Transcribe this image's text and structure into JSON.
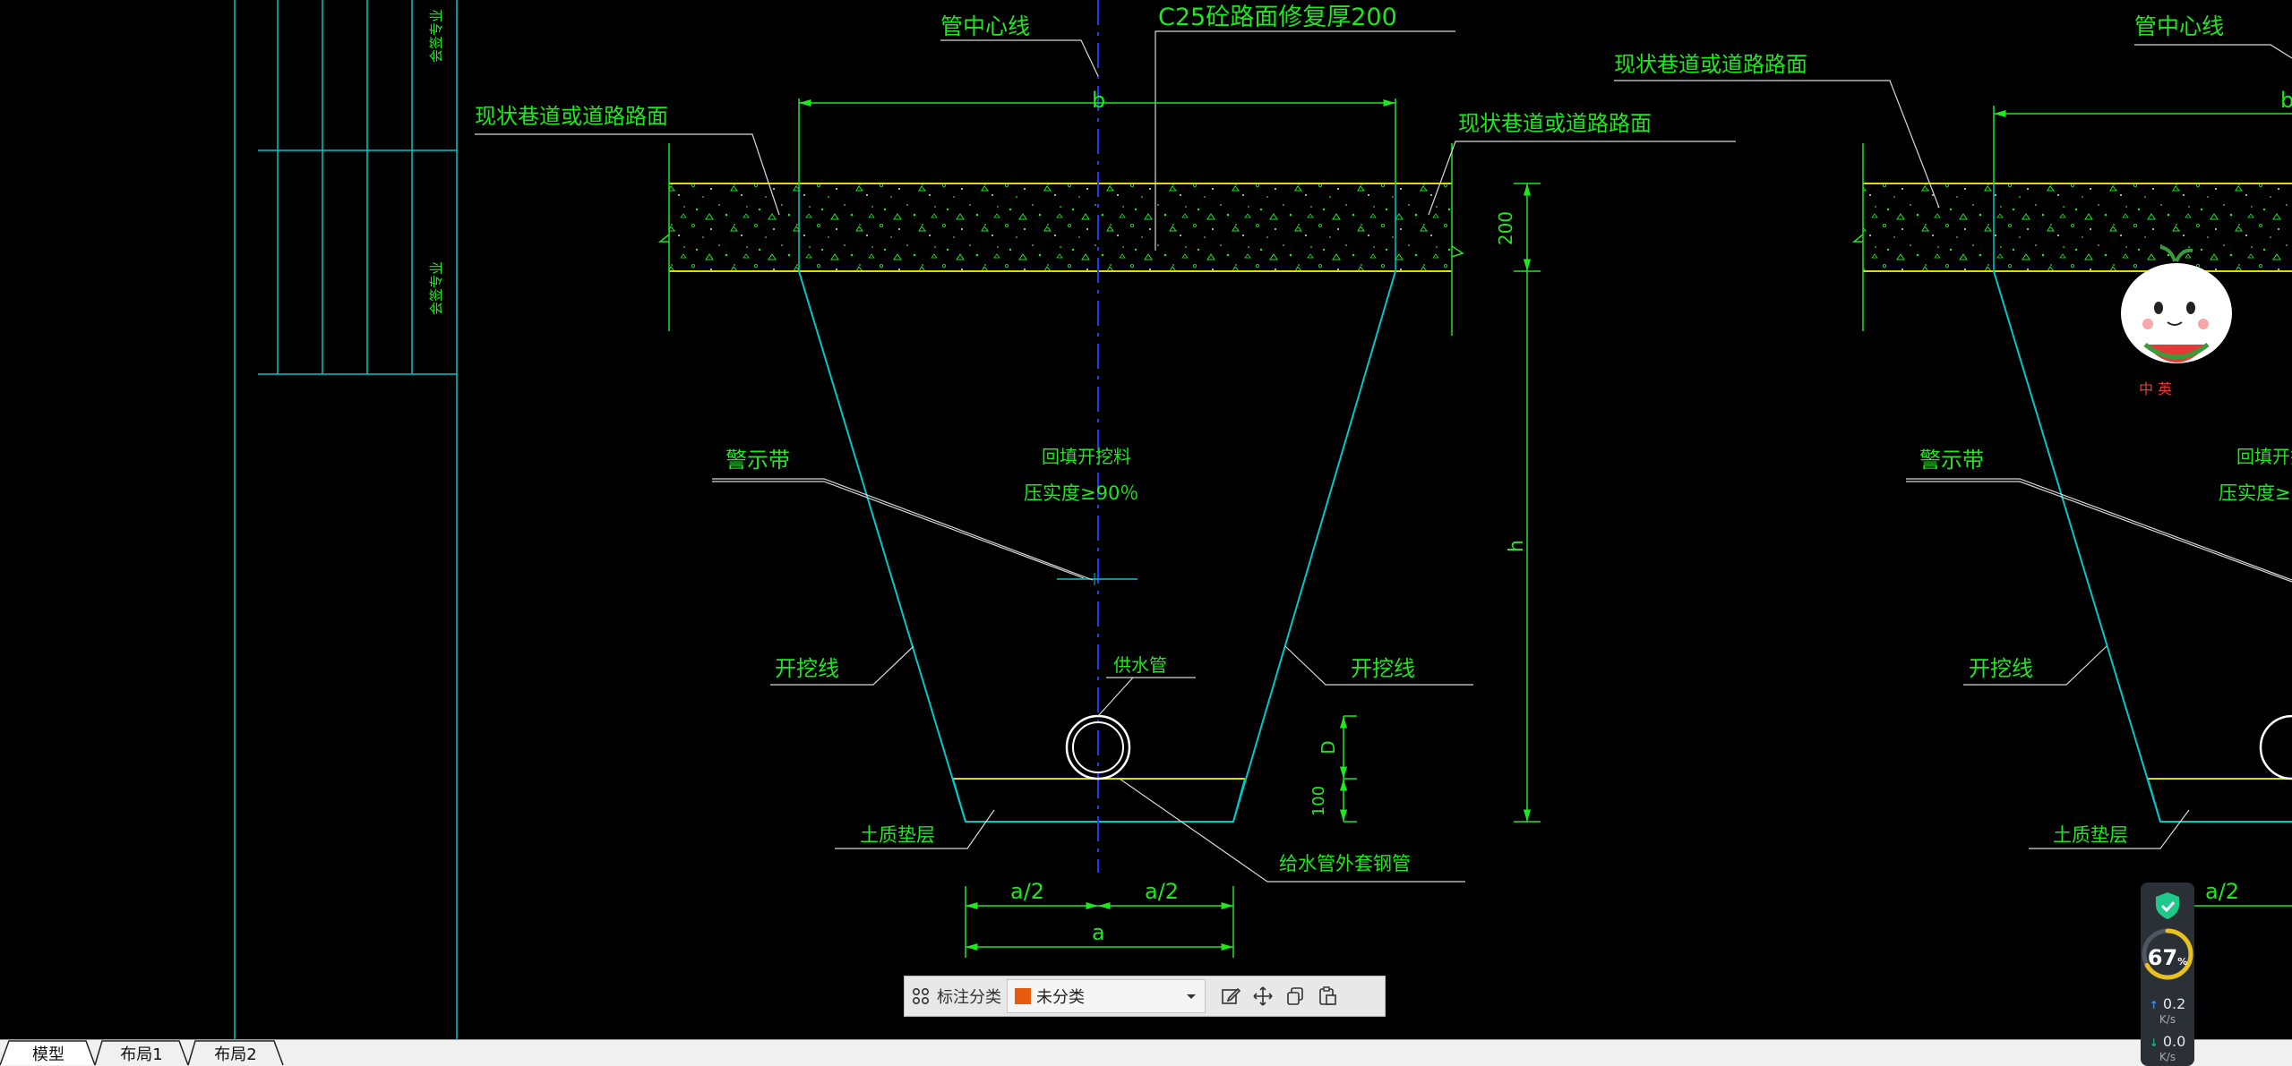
{
  "drawing": {
    "labels": {
      "pipe_center_line": "管中心线",
      "pavement_repair": "C25砼路面修复厚200",
      "existing_road": "现状巷道或道路路面",
      "dim_b": "b",
      "dim_200": "200",
      "dim_h": "h",
      "warning_tape": "警示带",
      "backfill": "回填开挖料",
      "compaction": "压实度≥90％",
      "excavation_line": "开挖线",
      "water_pipe": "供水管",
      "dim_D": "D",
      "dim_100": "100",
      "soil_cushion": "土质垫层",
      "steel_sleeve": "给水管外套钢管",
      "dim_a_half": "a/2",
      "dim_a": "a",
      "sign_1": "会签专业",
      "sign_2": "会签专业"
    },
    "colors": {
      "text": "#1ee81e",
      "outline": "#00c8c8",
      "dimension": "#1ee81e",
      "pavement_edge": "#dcdc00",
      "leader": "#d8d8d8",
      "centerline": "#1a3cff"
    }
  },
  "mascot": {
    "caption": "中 英"
  },
  "toolbar": {
    "label": "标注分类",
    "category_value": "未分类",
    "category_color": "#e85a0f",
    "icons": [
      "grid-icon",
      "edit-icon",
      "move-icon",
      "copy-icon",
      "paste-icon"
    ]
  },
  "tabs": {
    "model": "模型",
    "layout1": "布局1",
    "layout2": "布局2"
  },
  "speed_widget": {
    "percent": "67",
    "percent_unit": "%",
    "percent_value": 67,
    "upload": "0.2",
    "download": "0.0",
    "unit": "K/s"
  }
}
